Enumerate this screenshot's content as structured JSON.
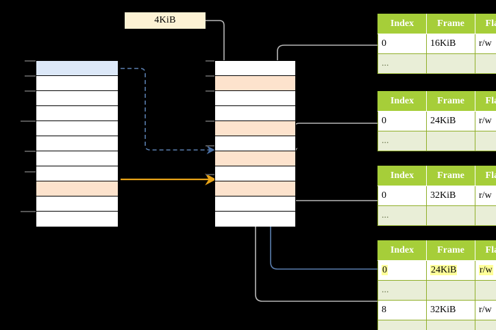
{
  "diagram": {
    "title_label": "4KiB",
    "page_size_label": "4KiB",
    "colors": {
      "table_header_bg": "#a6ce39",
      "table_ellipsis_bg": "#e9eed7",
      "highlight_yellow": "#ffff99",
      "virtual_entry_blue": "#dce8f8",
      "virtual_entry_peach": "#fde3cd",
      "arrow_blue": "#4a6fa5",
      "arrow_orange": "#e8a317",
      "arrow_gray": "#b3b3b3",
      "page_label_bg": "#fdf2d4"
    },
    "left_stack": {
      "name": "virtual-address-space",
      "row_count": 11,
      "rows": [
        {
          "index": 0,
          "fill": "blue",
          "label": ""
        },
        {
          "index": 1,
          "fill": "white",
          "label": ""
        },
        {
          "index": 2,
          "fill": "white",
          "label": ""
        },
        {
          "index": 3,
          "fill": "white",
          "label": ""
        },
        {
          "index": 4,
          "fill": "white",
          "label": ""
        },
        {
          "index": 5,
          "fill": "white",
          "label": ""
        },
        {
          "index": 6,
          "fill": "white",
          "label": ""
        },
        {
          "index": 7,
          "fill": "white",
          "label": ""
        },
        {
          "index": 8,
          "fill": "peach",
          "label": ""
        },
        {
          "index": 9,
          "fill": "white",
          "label": ""
        },
        {
          "index": 10,
          "fill": "white",
          "label": ""
        }
      ]
    },
    "middle_stack": {
      "name": "physical-memory",
      "row_count": 11,
      "rows": [
        {
          "index": 0,
          "fill": "white",
          "label": ""
        },
        {
          "index": 1,
          "fill": "peach",
          "label": ""
        },
        {
          "index": 2,
          "fill": "white",
          "label": ""
        },
        {
          "index": 3,
          "fill": "white",
          "label": ""
        },
        {
          "index": 4,
          "fill": "peach",
          "label": ""
        },
        {
          "index": 5,
          "fill": "white",
          "label": ""
        },
        {
          "index": 6,
          "fill": "peach",
          "label": ""
        },
        {
          "index": 7,
          "fill": "white",
          "label": ""
        },
        {
          "index": 8,
          "fill": "peach",
          "label": ""
        },
        {
          "index": 9,
          "fill": "white",
          "label": ""
        },
        {
          "index": 10,
          "fill": "white",
          "label": ""
        }
      ]
    },
    "tables": [
      {
        "name": "page-table-level-4",
        "headers": [
          "Index",
          "Frame",
          "Flags"
        ],
        "rows": [
          {
            "type": "data",
            "cells": [
              "0",
              "16KiB",
              "r/w"
            ],
            "highlight": [
              false,
              false,
              false
            ]
          },
          {
            "type": "ellipsis",
            "cells": [
              "...",
              "",
              ""
            ],
            "highlight": [
              false,
              false,
              false
            ]
          }
        ]
      },
      {
        "name": "page-table-level-3",
        "headers": [
          "Index",
          "Frame",
          "Flags"
        ],
        "rows": [
          {
            "type": "data",
            "cells": [
              "0",
              "24KiB",
              "r/w"
            ],
            "highlight": [
              false,
              false,
              false
            ]
          },
          {
            "type": "ellipsis",
            "cells": [
              "...",
              "",
              ""
            ],
            "highlight": [
              false,
              false,
              false
            ]
          }
        ]
      },
      {
        "name": "page-table-level-2",
        "headers": [
          "Index",
          "Frame",
          "Flags"
        ],
        "rows": [
          {
            "type": "data",
            "cells": [
              "0",
              "32KiB",
              "r/w"
            ],
            "highlight": [
              false,
              false,
              false
            ]
          },
          {
            "type": "ellipsis",
            "cells": [
              "...",
              "",
              ""
            ],
            "highlight": [
              false,
              false,
              false
            ]
          }
        ]
      },
      {
        "name": "page-table-level-1",
        "headers": [
          "Index",
          "Frame",
          "Flags"
        ],
        "rows": [
          {
            "type": "data",
            "cells": [
              "0",
              "24KiB",
              "r/w"
            ],
            "highlight": [
              true,
              true,
              true
            ]
          },
          {
            "type": "ellipsis",
            "cells": [
              "...",
              "",
              ""
            ],
            "highlight": [
              false,
              false,
              false
            ]
          },
          {
            "type": "data",
            "cells": [
              "8",
              "32KiB",
              "r/w"
            ],
            "highlight": [
              false,
              false,
              false
            ]
          },
          {
            "type": "ellipsis",
            "cells": [
              "...",
              "",
              ""
            ],
            "highlight": [
              false,
              false,
              false
            ]
          }
        ]
      }
    ]
  }
}
